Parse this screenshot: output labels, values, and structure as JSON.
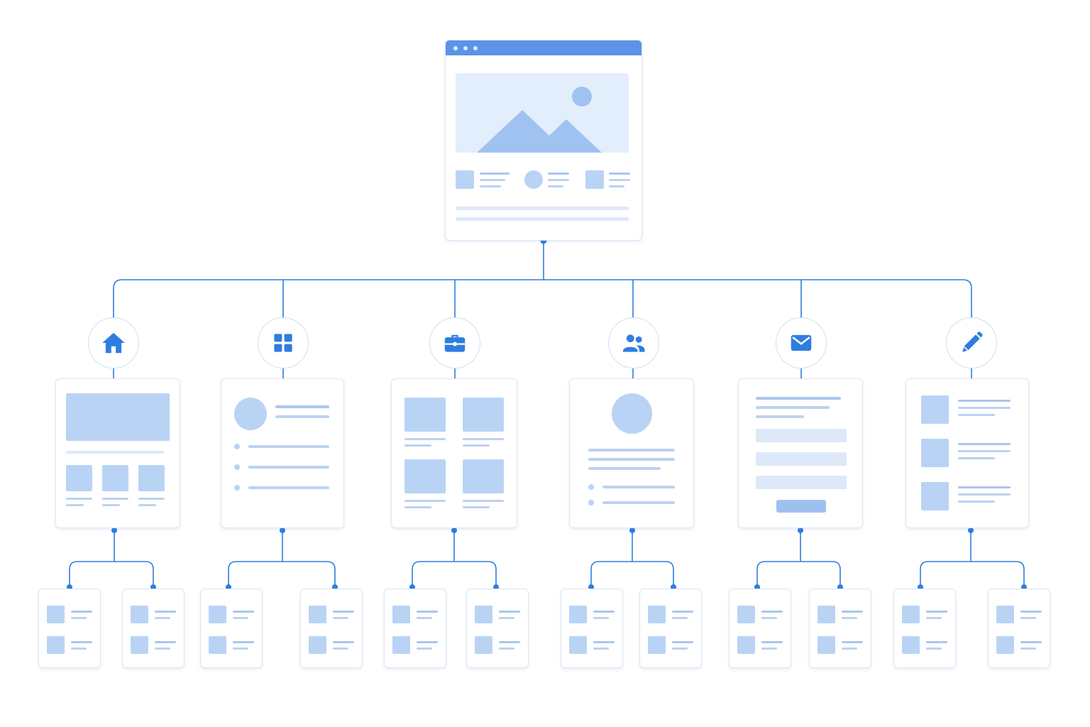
{
  "diagram": {
    "kind": "sitemap-wireframe-tree",
    "accent_color": "#2f7de1",
    "placeholder_color": "#b9d3f5",
    "root": {
      "type": "browser-window",
      "sections": [
        "hero-image",
        "three-features",
        "footer-lines"
      ]
    },
    "branches": [
      {
        "icon": "home-icon",
        "page_layout": "banner-with-three-tiles",
        "children": 2
      },
      {
        "icon": "grid-icon",
        "page_layout": "avatar-with-list",
        "children": 2
      },
      {
        "icon": "briefcase-icon",
        "page_layout": "four-tile-grid",
        "children": 2
      },
      {
        "icon": "users-icon",
        "page_layout": "profile",
        "children": 2
      },
      {
        "icon": "mail-icon",
        "page_layout": "contact-form",
        "children": 2
      },
      {
        "icon": "pencil-icon",
        "page_layout": "media-list",
        "children": 2
      }
    ]
  }
}
